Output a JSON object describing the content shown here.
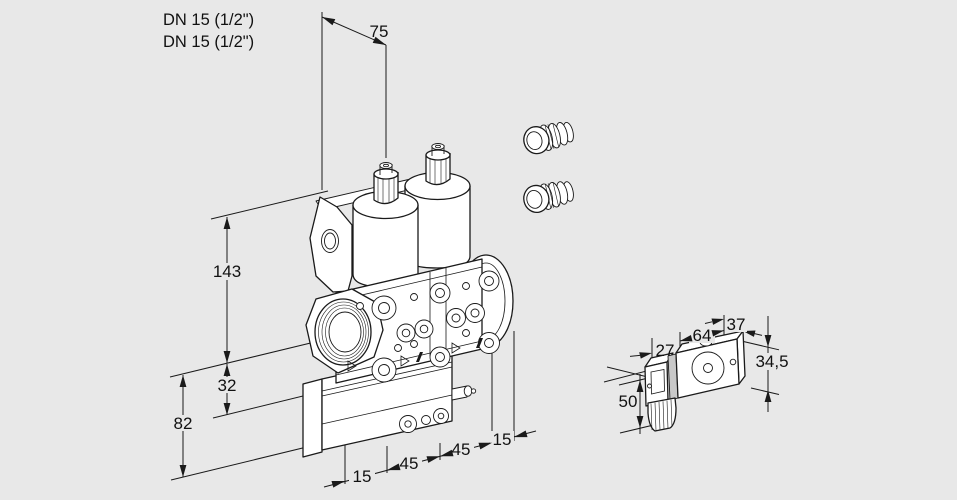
{
  "page": {
    "background": "#e8e8e8",
    "line_color": "#1a1a1a",
    "description": "Isometric dimensional drawing of a double solenoid valve with pressure switch accessory"
  },
  "labels": {
    "dn_line1": "DN 15 (1/2\")",
    "dn_line2": "DN 15 (1/2\")"
  },
  "valve_dims": {
    "coil_offset": "75",
    "top_to_pipe_axis": "143",
    "axis_to_body_bottom": "32",
    "axis_to_actuator_bottom": "82",
    "bottom_chain": [
      "15",
      "45",
      "45",
      "15"
    ]
  },
  "switch_dims": {
    "connector_width": "27",
    "body_length": "64",
    "body_depth": "37",
    "body_height": "34,5",
    "connector_height": "50"
  }
}
